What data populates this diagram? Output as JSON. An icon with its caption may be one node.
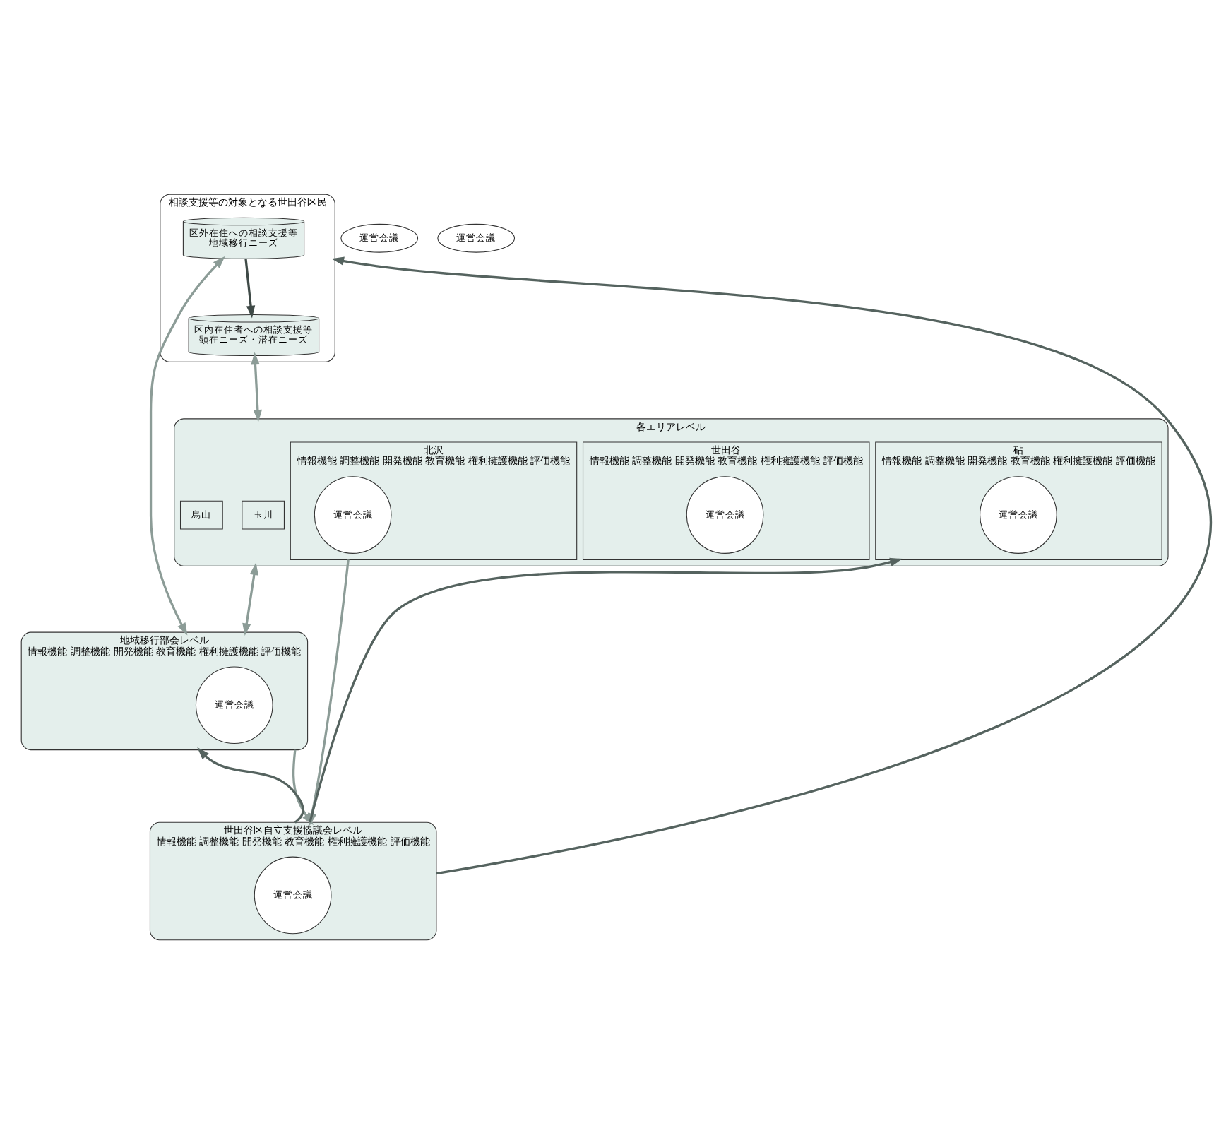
{
  "diagram": {
    "nodes": [
      {
        "text": [
          "相談支援等の対象となる世田谷区民"
        ]
      },
      {
        "text": [
          "区外在住への相談支援等",
          "地域移行ニーズ"
        ],
        "in": 0
      },
      {
        "text": [
          "区内在住者への相談支援等",
          "顕在ニーズ・潜在ニーズ"
        ],
        "in": 0
      },
      {
        "text": [
          "各エリアレベル"
        ]
      },
      {
        "text": [
          "運営会議"
        ]
      },
      {
        "text": [
          "運営会議"
        ]
      },
      {
        "text": [
          "玉川"
        ],
        "in": 3
      },
      {
        "text": [
          "烏山"
        ],
        "in": 3
      },
      {
        "text": [
          "砧",
          "情報機能 調整機能 開発機能 教育機能 権利擁護機能 評価機能"
        ],
        "in": 3
      },
      {
        "text": [
          "運営会議"
        ],
        "in": 8
      },
      {
        "text": [
          "世田谷",
          "情報機能 調整機能 開発機能 教育機能 権利擁護機能 評価機能"
        ],
        "in": 3
      },
      {
        "text": [
          "運営会議"
        ],
        "in": 10
      },
      {
        "text": [
          "北沢",
          "情報機能 調整機能 開発機能 教育機能 権利擁護機能 評価機能"
        ],
        "in": 3
      },
      {
        "text": [
          "運営会議"
        ],
        "in": 12
      },
      {
        "text": [
          "地域移行部会レベル",
          "情報機能 調整機能 開発機能 教育機能 権利擁護機能 評価機能"
        ]
      },
      {
        "text": [
          "運営会議"
        ],
        "in": 14
      },
      {
        "text": [
          "世田谷区自立支援協議会レベル",
          "情報機能 調整機能 開発機能 教育機能 権利擁護機能 評価機能"
        ]
      },
      {
        "text": [
          "運営会議"
        ],
        "in": 16
      }
    ],
    "edges": [
      {
        "from": 1,
        "to": 2,
        "arrow": "to",
        "color": "#3f4a47"
      },
      {
        "from": 2,
        "to": 3,
        "arrow": "both"
      },
      {
        "from": 1,
        "to": 14,
        "arrow": "both"
      },
      {
        "from": 3,
        "to": 14,
        "arrow": "both"
      },
      {
        "from": 16,
        "to": 0,
        "arrow": "to",
        "color": "#55635f"
      },
      {
        "from": 16,
        "to": 8,
        "arrow": "to",
        "color": "#55635f"
      },
      {
        "from": 14,
        "to": 16,
        "arrow": "to"
      },
      {
        "from": 12,
        "to": 16,
        "arrow": "to"
      },
      {
        "from": 16,
        "to": 14,
        "arrow": "to",
        "color": "#55635f"
      }
    ]
  }
}
